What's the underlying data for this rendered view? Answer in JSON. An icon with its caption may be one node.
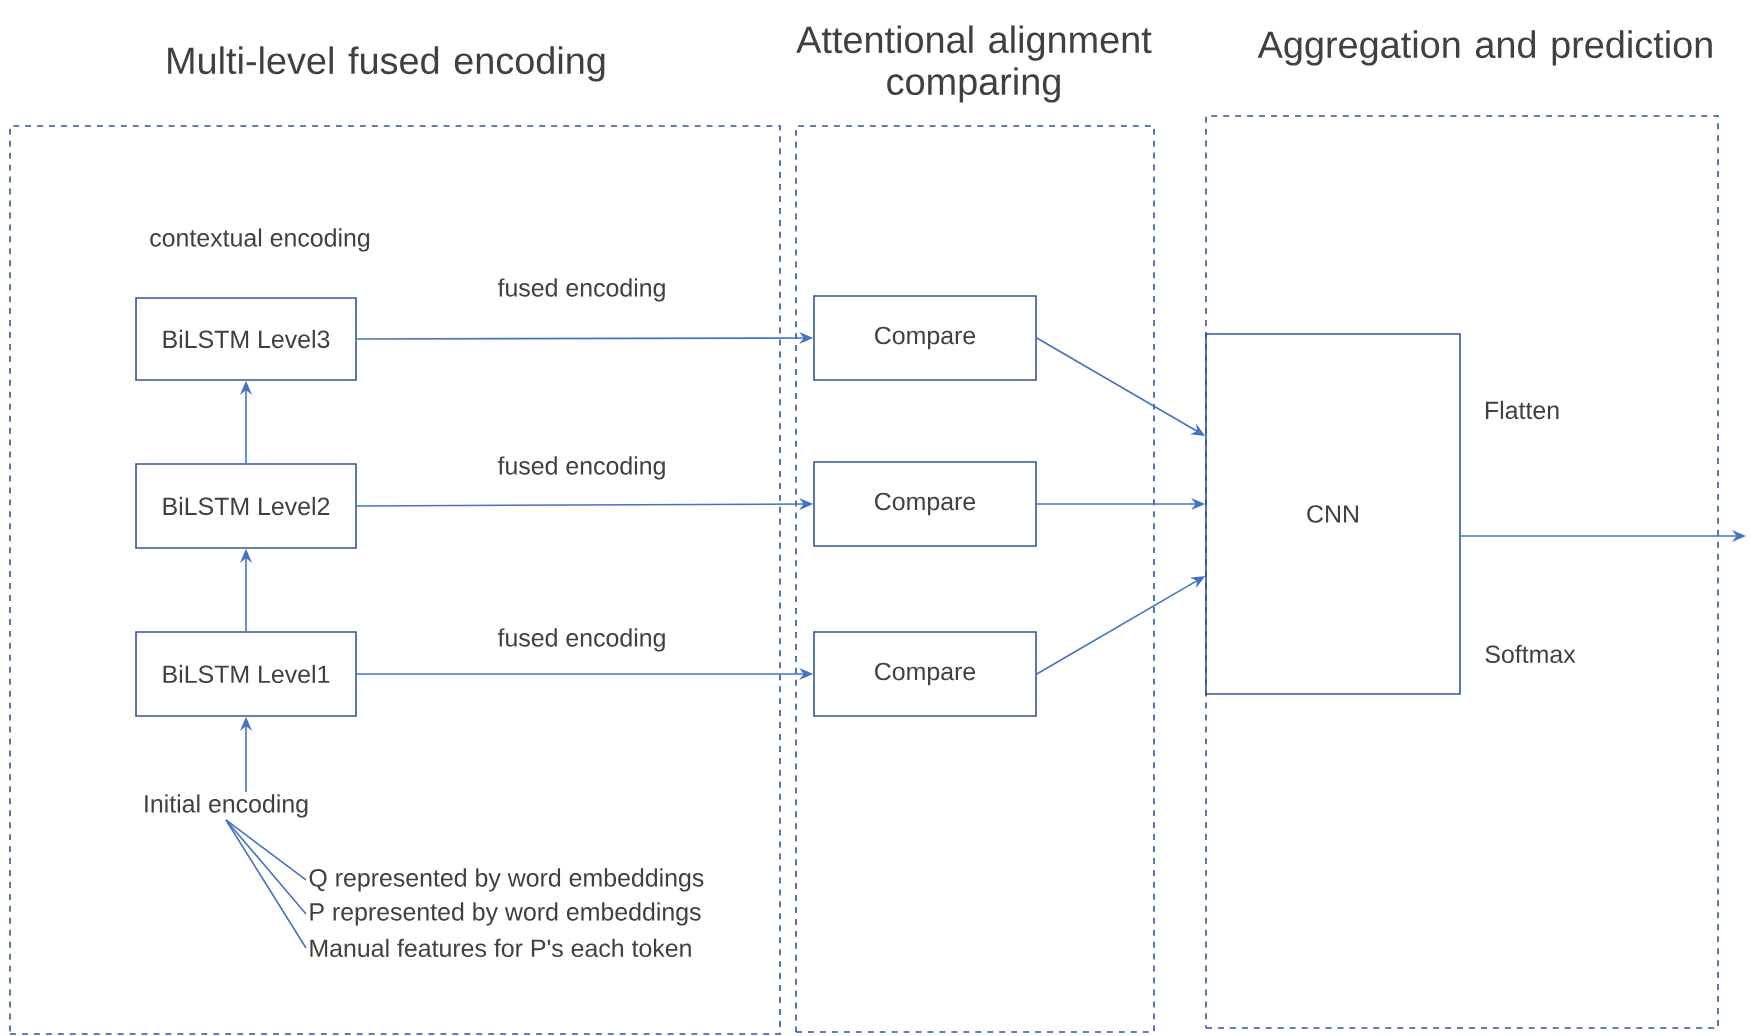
{
  "diagram": {
    "nodes": [
      {
        "text": [
          "Multi-level fused encoding"
        ]
      },
      {
        "text": [
          "Attentional alignment comparing"
        ]
      },
      {
        "text": [
          "Aggregation and prediction"
        ]
      },
      {
        "text": [
          "BiLSTM Level3"
        ],
        "in": 0,
        "beside": [
          "contextual encoding"
        ]
      },
      {
        "text": [
          "BiLSTM Level2"
        ],
        "in": 0
      },
      {
        "text": [
          "BiLSTM Level1"
        ],
        "in": 0
      },
      {
        "text": [
          "Initial encoding"
        ],
        "in": 0
      },
      {
        "text": [
          "Q represented by word embeddings"
        ],
        "in": 0
      },
      {
        "text": [
          "P represented by word embeddings"
        ],
        "in": 0
      },
      {
        "text": [
          "Manual features for P's each token"
        ],
        "in": 0
      },
      {
        "text": [
          "Compare"
        ],
        "in": 1
      },
      {
        "text": [
          "Compare"
        ],
        "in": 1
      },
      {
        "text": [
          "Compare"
        ],
        "in": 1
      },
      {
        "text": [
          "CNN"
        ],
        "in": 2,
        "beside": [
          "Flatten",
          "Softmax"
        ]
      }
    ],
    "edges": [
      {
        "from": 6,
        "to": 5,
        "arrow": "to"
      },
      {
        "from": 5,
        "to": 4,
        "arrow": "to"
      },
      {
        "from": 4,
        "to": 3,
        "arrow": "to"
      },
      {
        "from": 3,
        "to": 10,
        "arrow": "to",
        "label": "fused encoding"
      },
      {
        "from": 4,
        "to": 11,
        "arrow": "to",
        "label": "fused encoding"
      },
      {
        "from": 5,
        "to": 12,
        "arrow": "to",
        "label": "fused encoding"
      },
      {
        "from": 10,
        "to": 13,
        "arrow": "to"
      },
      {
        "from": 11,
        "to": 13,
        "arrow": "to"
      },
      {
        "from": 12,
        "to": 13,
        "arrow": "to"
      },
      {
        "from": 13,
        "to": null,
        "arrow": "to"
      },
      {
        "from": 6,
        "to": 7,
        "arrow": "none"
      },
      {
        "from": 6,
        "to": 8,
        "arrow": "none"
      },
      {
        "from": 6,
        "to": 9,
        "arrow": "none"
      }
    ]
  }
}
